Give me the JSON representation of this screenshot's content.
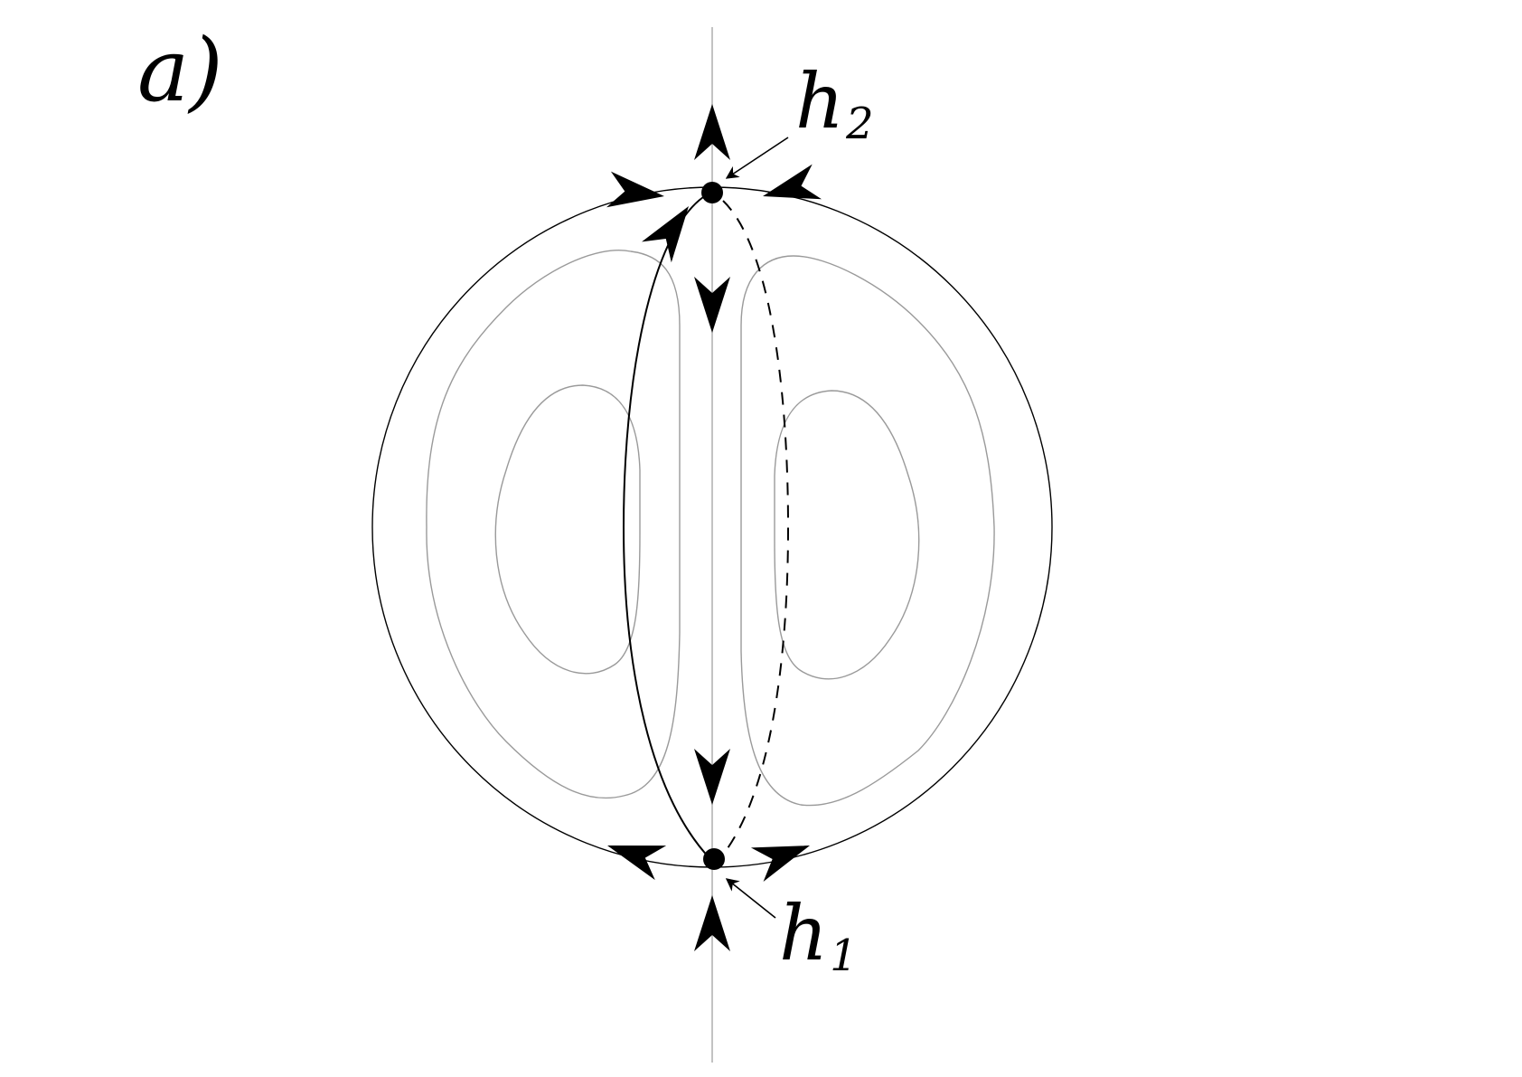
{
  "panel_label": "a)",
  "points": {
    "top": {
      "letter": "h",
      "index": "2"
    },
    "bottom": {
      "letter": "h",
      "index": "1"
    }
  },
  "colors": {
    "ink": "#000000",
    "contour": "#9a9a9a",
    "axis": "#a8a8a8",
    "background": "#ffffff"
  }
}
